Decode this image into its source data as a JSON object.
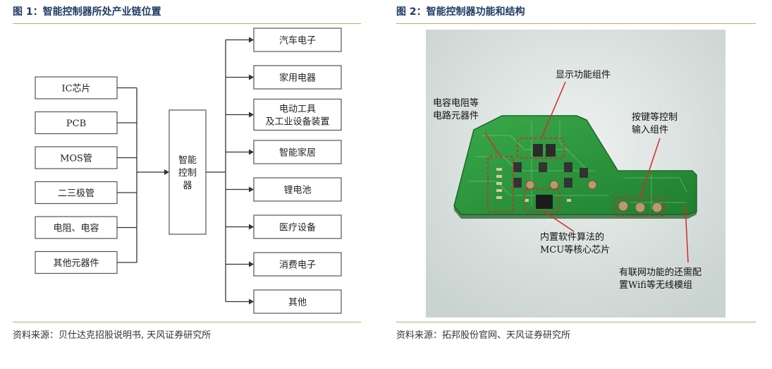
{
  "left": {
    "title": "图 1：智能控制器所处产业链位置",
    "source": "资料来源：贝仕达克招股说明书, 天风证券研究所",
    "inputs": [
      "IC芯片",
      "PCB",
      "MOS管",
      "二三极管",
      "电阻、电容",
      "其他元器件"
    ],
    "center": [
      "智能",
      "控制",
      "器"
    ],
    "outputs": [
      [
        "汽车电子"
      ],
      [
        "家用电器"
      ],
      [
        "电动工具",
        "及工业设备装置"
      ],
      [
        "智能家居"
      ],
      [
        "锂电池"
      ],
      [
        "医疗设备"
      ],
      [
        "消费电子"
      ],
      [
        "其他"
      ]
    ]
  },
  "right": {
    "title": "图 2：智能控制器功能和结构",
    "source": "资料来源：拓邦股份官网、天风证券研究所",
    "labels": {
      "display": "显示功能组件",
      "resistor": [
        "电容电阻等",
        "电路元器件"
      ],
      "keys": [
        "按键等控制",
        "输入组件"
      ],
      "mcu": [
        "内置软件算法的",
        "MCU等核心芯片"
      ],
      "wifi": [
        "有联网功能的还需配",
        "置Wifi等无线模组"
      ]
    },
    "colors": {
      "pcb": "#2e9a3e",
      "pcb_dark": "#1f7a2e",
      "callout": "#d62828",
      "backdrop": "#d5dedb"
    }
  }
}
